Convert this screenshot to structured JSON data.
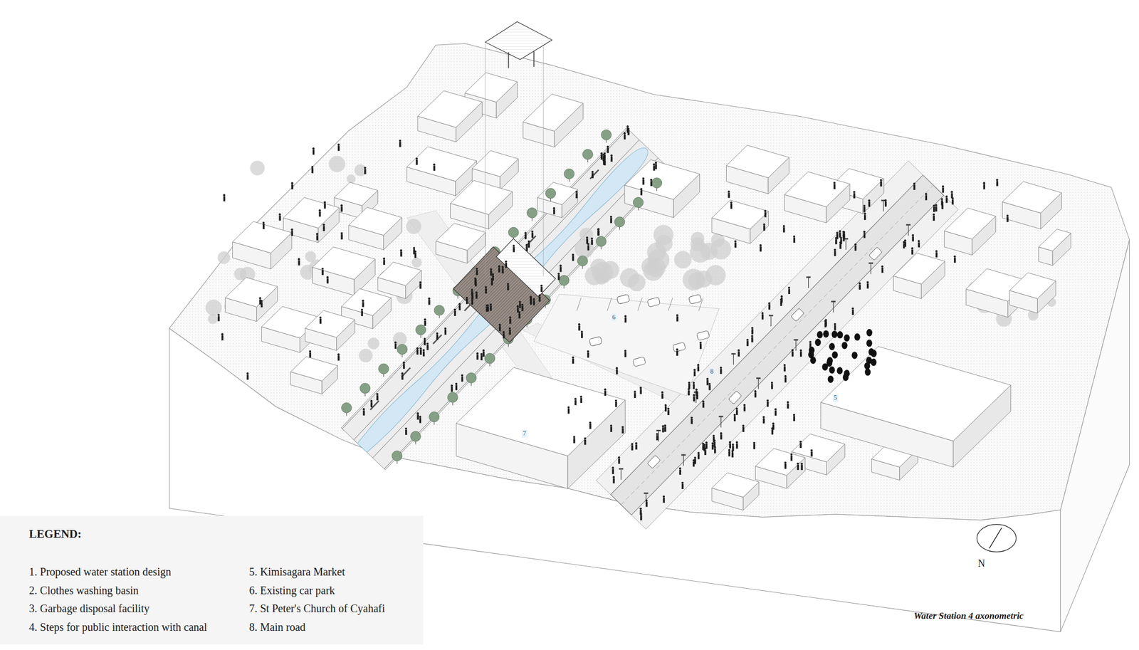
{
  "diagram": {
    "caption": "Water Station 4 axonometric",
    "labels": [
      "6",
      "8",
      "5",
      "7",
      "N",
      "LEGEND:"
    ],
    "legend": [
      {
        "text": "1. Proposed water station design"
      },
      {
        "text": "2. Clothes washing basin"
      },
      {
        "text": "3. Garbage disposal facility"
      },
      {
        "text": "4. Steps for public interaction with canal"
      },
      {
        "text": "5. Kimisagara Market"
      },
      {
        "text": "6. Existing car park"
      },
      {
        "text": "7. St Peter's Church of Cyahafi"
      },
      {
        "text": "8. Main road"
      }
    ]
  }
}
